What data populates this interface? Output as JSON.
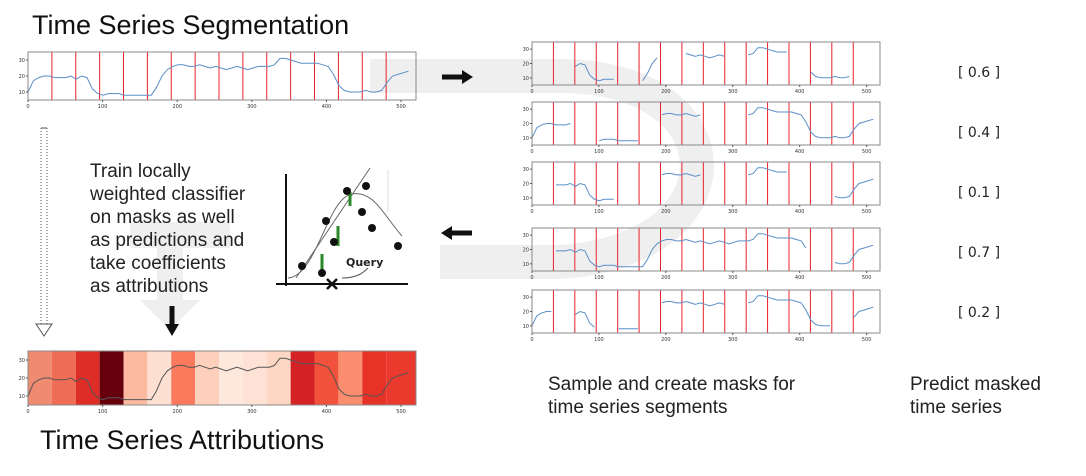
{
  "titles": {
    "segmentation": "Time Series Segmentation",
    "attributions": "Time Series Attributions"
  },
  "captions": {
    "train": [
      "Train locally",
      "weighted classifier",
      "on masks as well",
      "as predictions and",
      "take coefficients",
      "as attributions"
    ],
    "sample": [
      "Sample and create masks for",
      "time series segments"
    ],
    "predict": [
      "Predict masked",
      "time series"
    ]
  },
  "predictions": [
    "[ 0.6 ]",
    "[ 0.4 ]",
    "[ 0.1 ]",
    "[ 0.7 ]",
    "[ 0.2 ]"
  ],
  "lime_plot": {
    "query_label": "Query"
  },
  "axes": {
    "y_ticks": [
      "30",
      "20",
      "10"
    ],
    "x_ticks": [
      "0",
      "100",
      "200",
      "300",
      "400",
      "500"
    ]
  },
  "series": [
    10,
    17,
    19,
    20,
    20,
    19,
    19,
    19,
    20,
    18,
    20,
    19,
    12,
    9,
    8,
    9,
    9,
    9,
    8,
    8,
    8,
    8,
    8,
    8,
    13,
    20,
    24,
    26,
    27,
    27,
    26,
    26,
    27,
    26,
    25,
    26,
    25,
    24,
    25,
    26,
    25,
    24,
    25,
    26,
    26,
    26,
    27,
    31,
    31,
    30,
    29,
    28,
    28,
    28,
    28,
    27,
    26,
    21,
    14,
    11,
    10,
    10,
    10,
    11,
    10,
    10,
    11,
    16,
    20,
    21,
    22,
    23
  ],
  "boundaries": [
    32,
    64,
    96,
    128,
    160,
    192,
    224,
    256,
    288,
    320,
    352,
    384,
    416,
    448,
    480
  ],
  "masks": [
    [
      0,
      0,
      1,
      1,
      0,
      1,
      0,
      1,
      1,
      0,
      1,
      1,
      0,
      1,
      1,
      0
    ],
    [
      1,
      1,
      0,
      1,
      1,
      0,
      1,
      1,
      0,
      0,
      1,
      1,
      1,
      1,
      1,
      1
    ],
    [
      0,
      1,
      1,
      1,
      0,
      0,
      1,
      1,
      0,
      0,
      1,
      1,
      0,
      0,
      1,
      1
    ],
    [
      0,
      1,
      1,
      1,
      1,
      1,
      1,
      1,
      1,
      1,
      1,
      1,
      1,
      0,
      1,
      1
    ],
    [
      1,
      0,
      1,
      0,
      1,
      0,
      1,
      1,
      1,
      0,
      1,
      1,
      1,
      1,
      0,
      1
    ]
  ],
  "attribution_shades": [
    "#f08a70",
    "#ef6d55",
    "#de2d26",
    "#67000d",
    "#fcbba1",
    "#fee0d2",
    "#fb7a5e",
    "#fdd0bb",
    "#fee8dc",
    "#fde2d5",
    "#fdd6c4",
    "#d42125",
    "#f2513b",
    "#fb8d6f",
    "#e73228",
    "#ea3a2d",
    "#f7d5c4"
  ],
  "colors": {
    "boundary": "#e8202a",
    "series": "#5b8fc7",
    "arrow": "#111111",
    "swoosh": "#eeeeee"
  }
}
